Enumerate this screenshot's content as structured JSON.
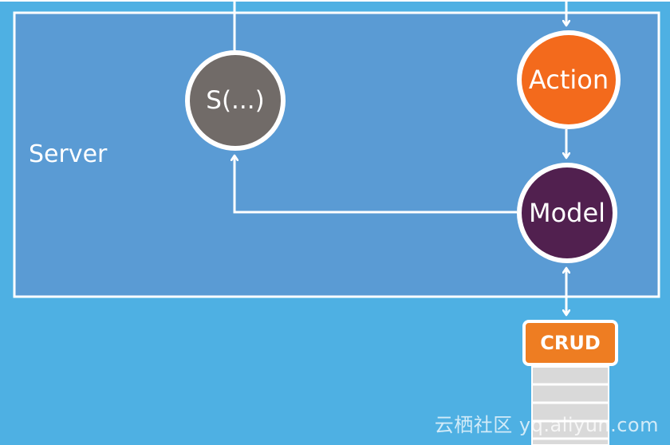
{
  "diagram": {
    "container_label": "Server",
    "nodes": {
      "state": "S(...)",
      "action": "Action",
      "model": "Model",
      "crud": "CRUD"
    }
  },
  "colors": {
    "background": "#4eb0e3",
    "server_fill": "#5a9bd4",
    "state": "#716b68",
    "action": "#f36a1c",
    "model": "#51204f",
    "crud": "#ee7d22",
    "outline": "#ffffff"
  },
  "watermark": "云栖社区 yq.aliyun.com"
}
